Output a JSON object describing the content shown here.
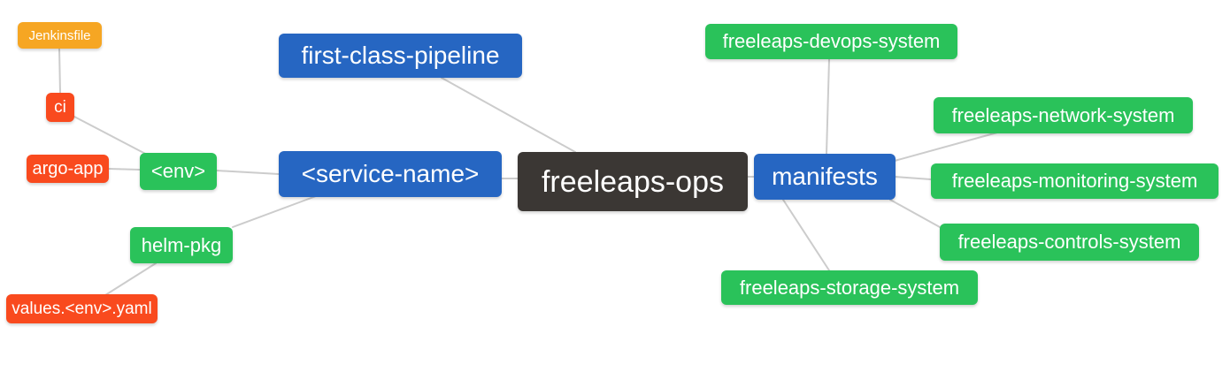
{
  "colors": {
    "background": "#FFFFFF",
    "text": "#FFFFFF",
    "edge": "#CCCCCC",
    "root_bg": "#3B3734",
    "level1_bg": "#2666C2",
    "level2_bg": "#2AC25A",
    "level3_bg": "#F94A1E",
    "level4_bg": "#F6A623"
  },
  "nodes": [
    {
      "label": "freeleaps-ops",
      "level": "root"
    },
    {
      "label": "first-class-pipeline",
      "level": "level1"
    },
    {
      "label": "<service-name>",
      "level": "level1"
    },
    {
      "label": "manifests",
      "level": "level1"
    },
    {
      "label": "<env>",
      "level": "level2"
    },
    {
      "label": "helm-pkg",
      "level": "level2"
    },
    {
      "label": "freeleaps-devops-system",
      "level": "level2"
    },
    {
      "label": "freeleaps-network-system",
      "level": "level2"
    },
    {
      "label": "freeleaps-monitoring-system",
      "level": "level2"
    },
    {
      "label": "freeleaps-controls-system",
      "level": "level2"
    },
    {
      "label": "freeleaps-storage-system",
      "level": "level2"
    },
    {
      "label": "ci",
      "level": "level3"
    },
    {
      "label": "argo-app",
      "level": "level3"
    },
    {
      "label": "values.<env>.yaml",
      "level": "level3"
    },
    {
      "label": "Jenkinsfile",
      "level": "level4"
    }
  ],
  "edges": [
    {
      "from": "freeleaps-ops",
      "to": "first-class-pipeline"
    },
    {
      "from": "freeleaps-ops",
      "to": "<service-name>"
    },
    {
      "from": "freeleaps-ops",
      "to": "manifests"
    },
    {
      "from": "<service-name>",
      "to": "<env>"
    },
    {
      "from": "<service-name>",
      "to": "helm-pkg"
    },
    {
      "from": "<env>",
      "to": "ci"
    },
    {
      "from": "<env>",
      "to": "argo-app"
    },
    {
      "from": "ci",
      "to": "Jenkinsfile"
    },
    {
      "from": "helm-pkg",
      "to": "values.<env>.yaml"
    },
    {
      "from": "manifests",
      "to": "freeleaps-devops-system"
    },
    {
      "from": "manifests",
      "to": "freeleaps-network-system"
    },
    {
      "from": "manifests",
      "to": "freeleaps-monitoring-system"
    },
    {
      "from": "manifests",
      "to": "freeleaps-controls-system"
    },
    {
      "from": "manifests",
      "to": "freeleaps-storage-system"
    }
  ]
}
